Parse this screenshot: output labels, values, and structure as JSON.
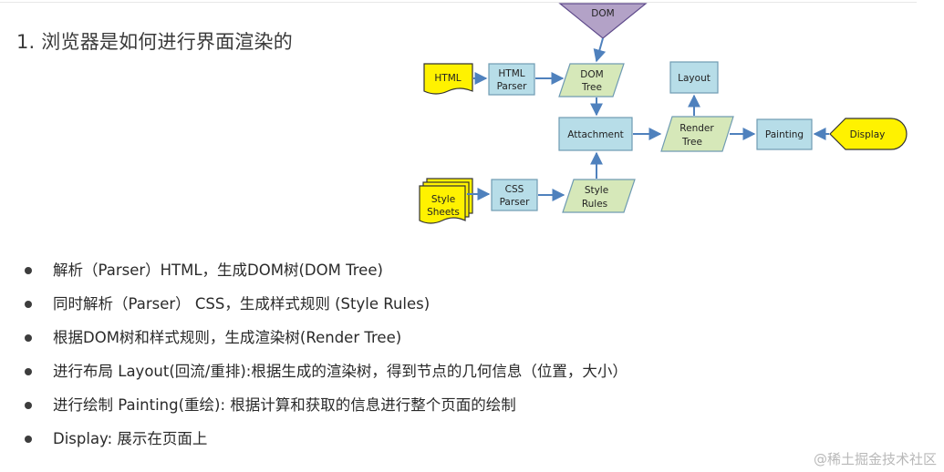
{
  "title": "1. 浏览器是如何进行界面渲染的",
  "diagram": {
    "nodes": {
      "dom": "DOM",
      "html": "HTML",
      "html_parser": [
        "HTML",
        "Parser"
      ],
      "dom_tree": [
        "DOM",
        "Tree"
      ],
      "layout": "Layout",
      "attachment": "Attachment",
      "render_tree": [
        "Render",
        "Tree"
      ],
      "painting": "Painting",
      "display": "Display",
      "style_sheets": [
        "Style",
        "Sheets"
      ],
      "css_parser": [
        "CSS",
        "Parser"
      ],
      "style_rules": [
        "Style",
        "Rules"
      ]
    },
    "colors": {
      "process_fill": "#b7dde8",
      "process_stroke": "#6f9bb2",
      "data_fill": "#d6e8b9",
      "data_stroke": "#6f9bb2",
      "input_fill": "#fff200",
      "input_stroke": "#333333",
      "dom_fill": "#b3a2c7",
      "arrow": "#4f81bd"
    }
  },
  "steps": [
    "解析（Parser）HTML，生成DOM树(DOM Tree)",
    "同时解析（Parser） CSS，生成样式规则 (Style Rules)",
    "根据DOM树和样式规则，生成渲染树(Render Tree)",
    "进行布局 Layout(回流/重排):根据生成的渲染树，得到节点的几何信息（位置，大小）",
    "进行绘制 Painting(重绘): 根据计算和获取的信息进行整个页面的绘制",
    "Display: 展示在页面上"
  ],
  "watermark": "@稀土掘金技术社区"
}
